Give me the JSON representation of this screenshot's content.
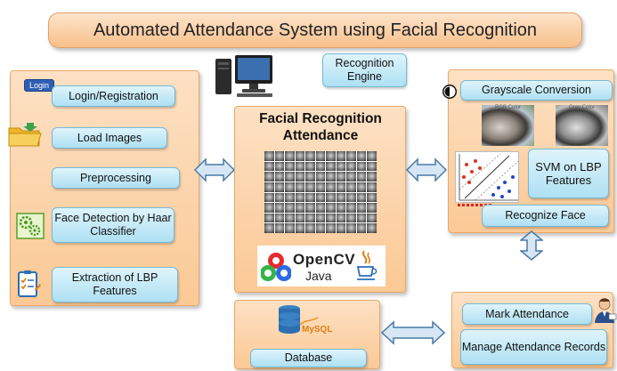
{
  "title": "Automated Attendance System using Facial Recognition",
  "left_panel": {
    "login_tag": "Login",
    "items": [
      {
        "label": "Login/Registration"
      },
      {
        "label": "Load Images"
      },
      {
        "label": "Preprocessing"
      },
      {
        "label": "Face Detection by Haar Classifier"
      },
      {
        "label": "Extraction of LBP Features"
      }
    ]
  },
  "recognition_engine": "Recognition Engine",
  "center_panel": {
    "title": "Facial Recognition Attendance",
    "opencv": "OpenCV",
    "java": "Java"
  },
  "right_panel": {
    "grayscale": "Grayscale Conversion",
    "rgb_caption": "RGB Color",
    "gray_caption": "Gray Color",
    "svm": "SVM on LBP Features",
    "recognize": "Recognize Face"
  },
  "database_panel": {
    "mysql": "MySQL",
    "database": "Database"
  },
  "attendance_panel": {
    "mark": "Mark Attendance",
    "manage": "Manage Attendance Records"
  },
  "colors": {
    "orange_panel": "#fbc995",
    "blue_button": "#aee0f3",
    "arrow_fill": "#d6e6f4",
    "arrow_stroke": "#4a78a8"
  }
}
